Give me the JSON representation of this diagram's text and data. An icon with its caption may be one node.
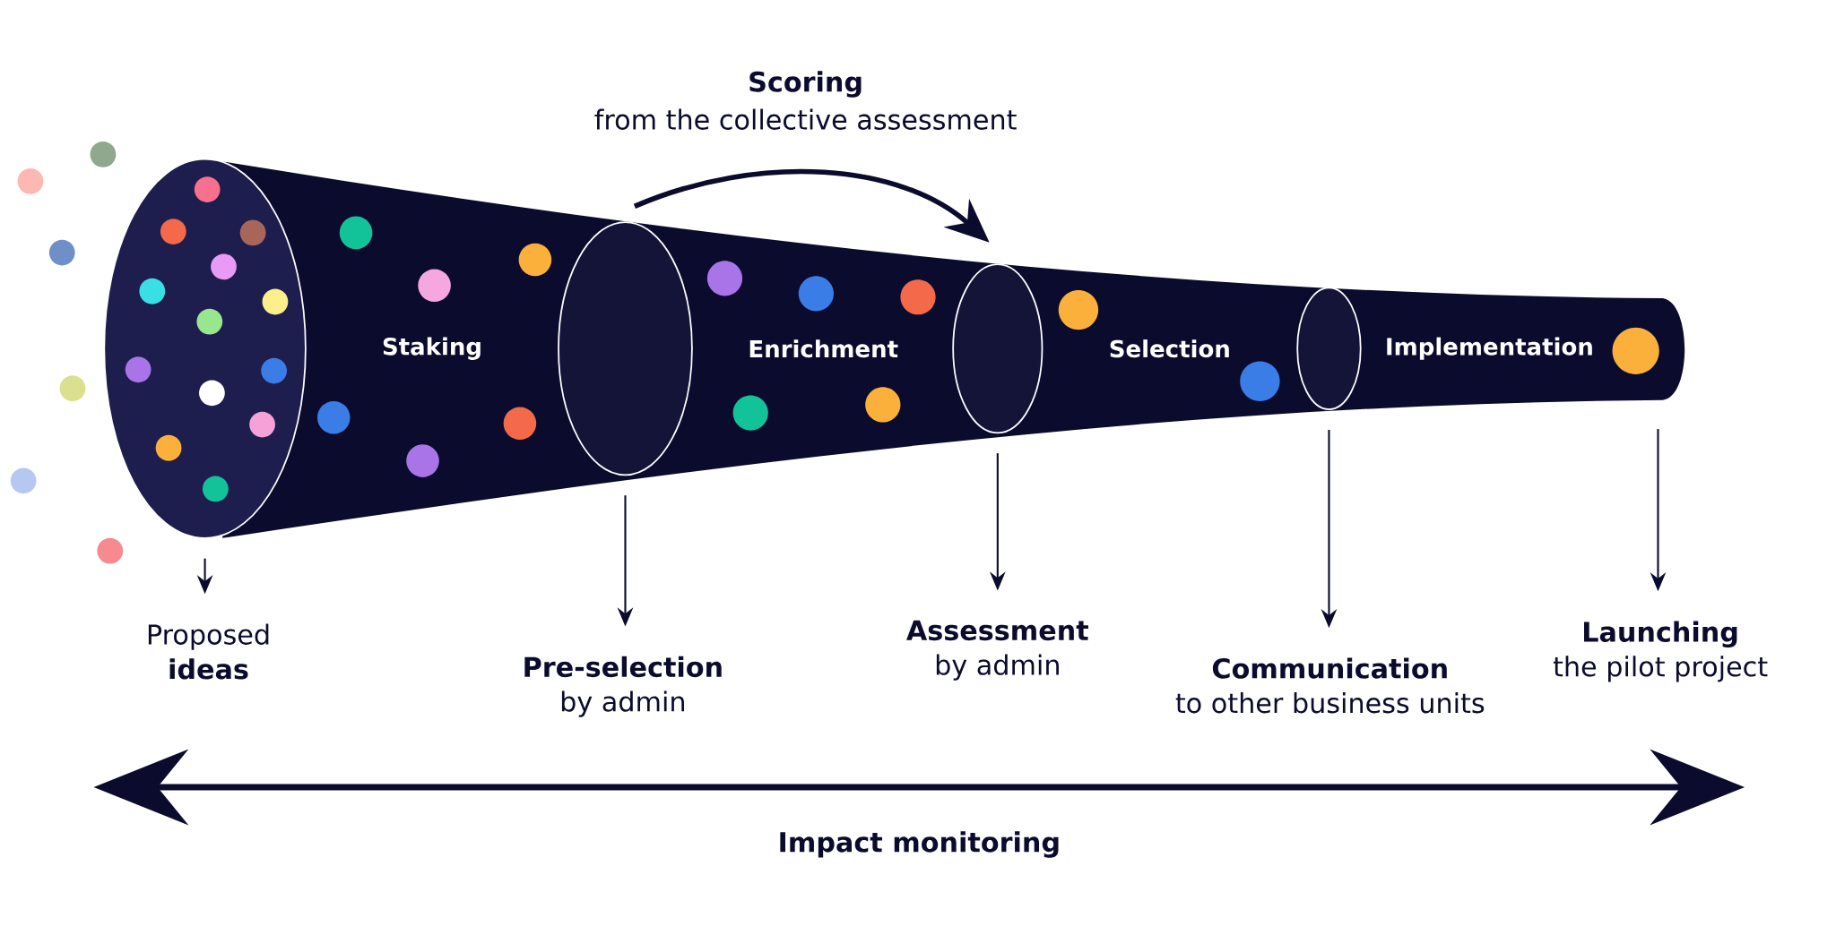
{
  "diagram": {
    "nodes": [
      {
        "text": [],
        "shape": "ellipse"
      },
      {
        "text": [],
        "shape": "ellipse"
      },
      {
        "text": [],
        "shape": "ellipse"
      },
      {
        "text": [],
        "shape": "ellipse"
      },
      {
        "text": [
          "Proposed",
          "**ideas**"
        ]
      },
      {
        "text": [
          "**Pre-selection**",
          "by admin"
        ]
      },
      {
        "text": [
          "**Assessment**",
          "by admin"
        ]
      },
      {
        "text": [
          "**Communication**",
          "to other business units"
        ]
      },
      {
        "text": [
          "**Launching**",
          "the pilot project"
        ]
      }
    ],
    "edges": [
      {
        "from": 0,
        "to": 4,
        "arrow": "to"
      },
      {
        "from": 1,
        "to": 5,
        "arrow": "to"
      },
      {
        "from": 2,
        "to": 6,
        "arrow": "to"
      },
      {
        "from": 3,
        "to": 7,
        "arrow": "to"
      },
      {
        "from": null,
        "to": 8,
        "arrow": "to"
      },
      {
        "from": 1,
        "to": 2,
        "arrow": "to",
        "label": "Scoring",
        "style": "thick"
      }
    ],
    "labels": [
      "from the collective assessment",
      "Staking",
      "Enrichment",
      "Selection",
      "Implementation",
      "Impact monitoring"
    ]
  }
}
